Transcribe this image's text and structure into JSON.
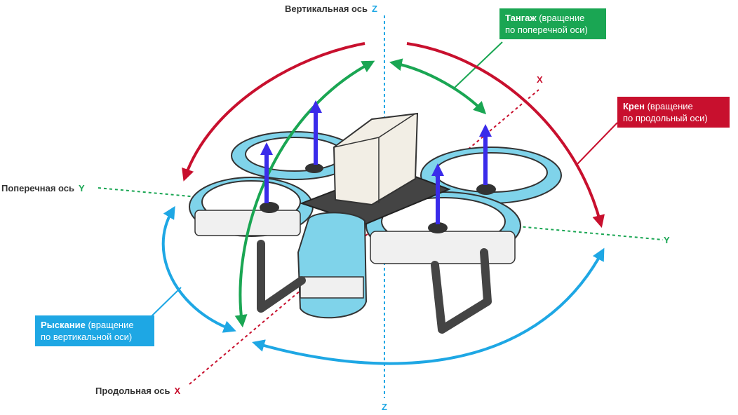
{
  "axes": {
    "vertical": {
      "name": "Вертикальная ось",
      "letter": "Z"
    },
    "vertical_bottom_letter": "Z",
    "transverse": {
      "name": "Поперечная ось",
      "letter": "Y"
    },
    "transverse_right_letter": "Y",
    "longitudinal": {
      "name": "Продольная ось",
      "letter": "X"
    },
    "longitudinal_top_letter": "X"
  },
  "callouts": {
    "pitch": {
      "title": "Тангаж",
      "line1": "(вращение",
      "line2": "по поперечной оси)",
      "color": "#1aa653"
    },
    "roll": {
      "title": "Крен",
      "line1": "(вращение",
      "line2": "по продольный оси)",
      "color": "#c8102e"
    },
    "yaw": {
      "title": "Рыскание",
      "line1": "(вращение",
      "line2": "по вертикальной оси)",
      "color": "#1ea7e4"
    }
  },
  "colors": {
    "z_axis": "#1ea7e4",
    "y_axis": "#1aa653",
    "x_axis": "#c8102e",
    "thrust": "#3a2bea",
    "drone_frame": "#7fd3ea",
    "drone_dark": "#333333"
  }
}
